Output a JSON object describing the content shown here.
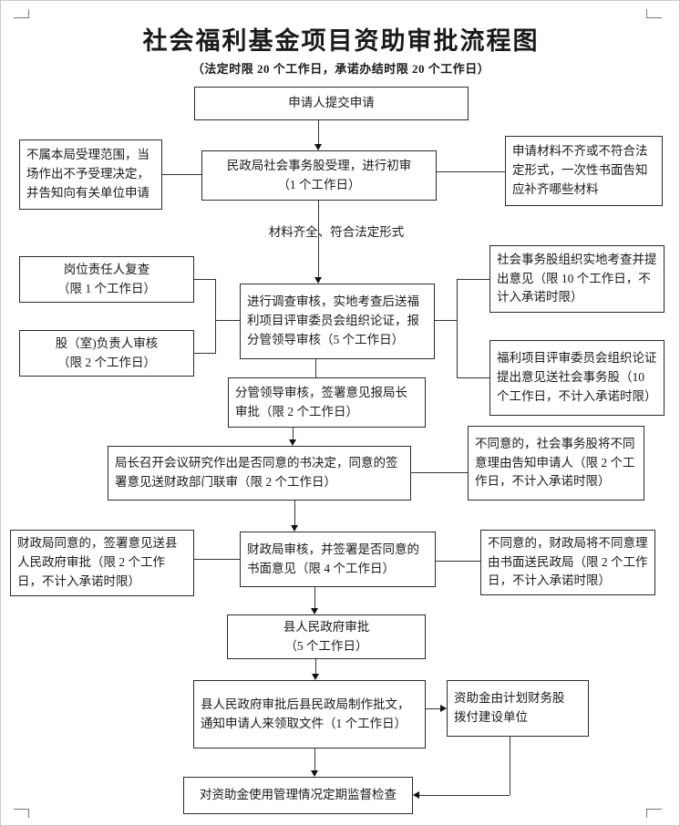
{
  "page": {
    "title": "社会福利基金项目资助审批流程图",
    "subtitle": "（法定时限 20 个工作日，承诺办结时限 20 个工作日）"
  },
  "labels": {
    "material_ok": "材料齐全、符合法定形式"
  },
  "nodes": {
    "submit": {
      "text": "申请人提交申请"
    },
    "not_accepted": {
      "text": "不属本局受理范围，当场作出不予受理决定，并告知向有关单位申请"
    },
    "initial_review": {
      "text": "民政局社会事务股受理，进行初审\n（1 个工作日）"
    },
    "incomplete_materials": {
      "text": "申请材料不齐或不符合法定形式，一次性书面告知应补齐哪些材料"
    },
    "post_recheck": {
      "text": "岗位责任人复查\n（限 1 个工作日）"
    },
    "section_chief_review": {
      "text": "股（室)负责人审核\n（限 2 个工作日）"
    },
    "investigation": {
      "text": "进行调查审核，实地考查后送福利项目评审委员会组织论证，报分管领导审核（5 个工作日）"
    },
    "field_inspection": {
      "text": "社会事务股组织实地考查并提出意见（限 10 个工作日，不计入承诺时限）"
    },
    "committee_review": {
      "text": "福利项目评审委员会组织论证提出意见送社会事务股（10 个工作日，不计入承诺时限）"
    },
    "deputy_approval": {
      "text": "分管领导审核，签署意见报局长审批（限 2 个工作日）"
    },
    "director_meeting": {
      "text": "局长召开会议研究作出是否同意的书决定，同意的签署意见送财政部门联审（限 2 个工作日）"
    },
    "disagree_notify_applicant": {
      "text": "不同意的，社会事务股将不同意理由告知申请人（限 2 个工作日，不计入承诺时限）"
    },
    "finance_agree": {
      "text": "财政局同意的，签署意见送县人民政府审批（限 2 个工作日，不计入承诺时限）"
    },
    "finance_review": {
      "text": "财政局审核，并签署是否同意的书面意见（限 4 个工作日）"
    },
    "finance_disagree": {
      "text": "不同意的，财政局将不同意理由书面送民政局（限 2 个工作日，不计入承诺时限）"
    },
    "county_approval": {
      "text": "县人民政府审批\n（5 个工作日）"
    },
    "issue_document": {
      "text": "县人民政府审批后县民政局制作批文，\n通知申请人来领取文件（1 个工作日）"
    },
    "fund_allocation": {
      "text": "资助金由计划财务股\n拨付建设单位"
    },
    "supervision": {
      "text": "对资助金使用管理情况定期监督检查"
    }
  },
  "edges": [
    {
      "from": "submit",
      "to": "initial_review",
      "arrow": true
    },
    {
      "from": "initial_review",
      "to": "not_accepted",
      "arrow": false
    },
    {
      "from": "initial_review",
      "to": "incomplete_materials",
      "arrow": false
    },
    {
      "from": "initial_review",
      "to": "investigation",
      "arrow": true,
      "label": "材料齐全、符合法定形式"
    },
    {
      "from": "post_recheck",
      "to": "investigation",
      "arrow": false
    },
    {
      "from": "section_chief_review",
      "to": "investigation",
      "arrow": false
    },
    {
      "from": "investigation",
      "to": "field_inspection",
      "arrow": false
    },
    {
      "from": "investigation",
      "to": "committee_review",
      "arrow": false
    },
    {
      "from": "investigation",
      "to": "deputy_approval",
      "arrow": false
    },
    {
      "from": "deputy_approval",
      "to": "director_meeting",
      "arrow": true
    },
    {
      "from": "director_meeting",
      "to": "disagree_notify_applicant",
      "arrow": false
    },
    {
      "from": "director_meeting",
      "to": "finance_review",
      "arrow": true
    },
    {
      "from": "finance_review",
      "to": "finance_agree",
      "arrow": false
    },
    {
      "from": "finance_review",
      "to": "finance_disagree",
      "arrow": false
    },
    {
      "from": "finance_review",
      "to": "county_approval",
      "arrow": true
    },
    {
      "from": "county_approval",
      "to": "issue_document",
      "arrow": true
    },
    {
      "from": "issue_document",
      "to": "fund_allocation",
      "arrow": true
    },
    {
      "from": "issue_document",
      "to": "supervision",
      "arrow": true
    },
    {
      "from": "fund_allocation",
      "to": "supervision",
      "arrow": true
    }
  ]
}
